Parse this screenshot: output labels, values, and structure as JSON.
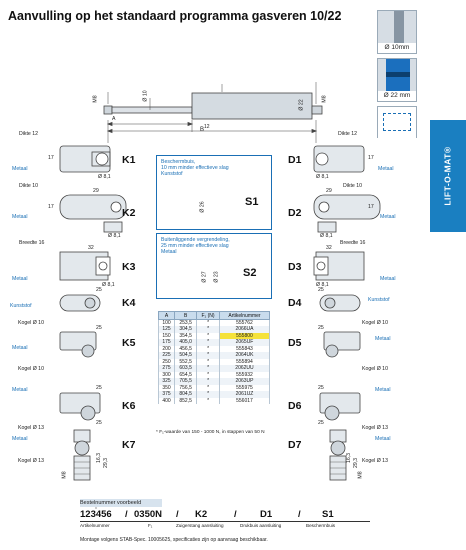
{
  "title": "Aanvulling op het standaard programma gasveren 10/22",
  "side_tab": "LIFT-O-MAT®",
  "swatches": [
    {
      "label": "Ø 10mm"
    },
    {
      "label": "Ø 22 mm"
    },
    {
      "label": ""
    }
  ],
  "spring_dims": {
    "a": "A",
    "b": "B",
    "b_sup": "12",
    "m8_left": "M8",
    "m8_right": "M8",
    "d10": "Ø 10",
    "d22": "Ø 22"
  },
  "left_codes": [
    "K1",
    "K2",
    "K3",
    "K4",
    "K5",
    "K6",
    "K7"
  ],
  "right_codes": [
    "D1",
    "D2",
    "D3",
    "D4",
    "D5",
    "D6",
    "D7"
  ],
  "left_labels": {
    "k1_dikte": "Dikte 12",
    "k1_metaal": "Metaal",
    "k1_17": "17",
    "k1_d81": "Ø 8,1",
    "k2_dikte": "Dikte 10",
    "k2_29": "29",
    "k2_metaal": "Metaal",
    "k2_d81": "Ø 8,1",
    "k2_17": "17",
    "k3_breedte": "Breedte 16",
    "k3_32": "32",
    "k3_metaal": "Metaal",
    "k3_d81": "Ø 8,1",
    "k4_25": "25",
    "k4_kunststof": "Kunststof",
    "k4_kogel": "Kogel Ø 10",
    "k5_25": "25",
    "k5_metaal": "Metaal",
    "k5_kogel": "Kogel Ø 10",
    "k6_25": "25",
    "k6_metaal": "Metaal",
    "k6_kogel": "Kogel Ø 13",
    "k7_25": "25",
    "k7_metaal": "Metaal",
    "k7_kogel": "Kogel Ø 13",
    "k7_dim1": "16,3",
    "k7_dim2": "29,3",
    "k7_m8": "M8"
  },
  "right_labels": {
    "d1_dikte": "Dikte 12",
    "d1_metaal": "Metaal",
    "d1_17": "17",
    "d1_d81": "Ø 8,1",
    "d2_dikte": "Dikte 10",
    "d2_29": "29",
    "d2_metaal": "Metaal",
    "d2_d81": "Ø 8,1",
    "d2_17": "17",
    "d3_breedte": "Breedte 16",
    "d3_32": "32",
    "d3_metaal": "Metaal",
    "d3_d81": "Ø 8,1",
    "d4_25": "25",
    "d4_kunststof": "Kunststof",
    "d4_kogel": "Kogel Ø 10",
    "d5_25": "25",
    "d5_metaal": "Metaal",
    "d5_kogel": "Kogel Ø 10",
    "d6_25": "25",
    "d6_metaal": "Metaal",
    "d6_kogel": "Kogel Ø 13",
    "d7_25": "25",
    "d7_metaal": "Metaal",
    "d7_kogel": "Kogel Ø 13",
    "d7_dim1": "16,3",
    "d7_dim2": "29,3",
    "d7_m8": "M8"
  },
  "s1": {
    "code": "S1",
    "desc_line1": "Beschermbuis,",
    "desc_line2": "10 mm minder effectieve slag",
    "desc_line3": "Kunststof",
    "d26": "Ø 26"
  },
  "s2": {
    "code": "S2",
    "desc_line1": "Buitenliggende vergrendeling,",
    "desc_line2": "25 mm minder effectieve slag",
    "desc_line3": "Metaal",
    "d27": "Ø 27",
    "d23": "Ø 23"
  },
  "table": {
    "headers": [
      "A",
      "B",
      "F₁ (N)",
      "Artikelnummer"
    ],
    "rows": [
      [
        "100",
        "253,5",
        "*",
        "555762"
      ],
      [
        "125",
        "304,5",
        "*",
        "2066UA"
      ],
      [
        "150",
        "354,5",
        "*",
        "555800"
      ],
      [
        "175",
        "405,0",
        "*",
        "2065UF"
      ],
      [
        "200",
        "456,5",
        "*",
        "555843"
      ],
      [
        "225",
        "504,5",
        "*",
        "2064UK"
      ],
      [
        "250",
        "552,5",
        "*",
        "555894"
      ],
      [
        "275",
        "603,5",
        "*",
        "2062UU"
      ],
      [
        "300",
        "654,5",
        "*",
        "555932"
      ],
      [
        "325",
        "705,5",
        "*",
        "2063UP"
      ],
      [
        "350",
        "756,5",
        "*",
        "555975"
      ],
      [
        "375",
        "804,5",
        "*",
        "2061UZ"
      ],
      [
        "400",
        "852,5",
        "*",
        "556017"
      ]
    ],
    "highlight_row": 2,
    "footnote": "* F₁-waarde van 150 - 1000 N, in stappen van 50 N"
  },
  "order": {
    "header": "Bestelnummer voorbeeld",
    "parts": [
      "123456",
      "/",
      "0350N",
      "/",
      "K2",
      "/",
      "D1",
      "/",
      "S1"
    ],
    "subs": [
      "Artikelnummer",
      "F₁",
      "Zuigerstang aansluiting",
      "Drukbuis aansluiting",
      "Beschermbuis"
    ],
    "montage": "Montage volgens STAB-Spec. 10005625, specificaties zijn op aanvraag beschikbaar."
  },
  "colors": {
    "accent": "#1a7fc1",
    "highlight": "#f5e23a",
    "table_head": "#c9dced",
    "drawing": "#444444"
  }
}
